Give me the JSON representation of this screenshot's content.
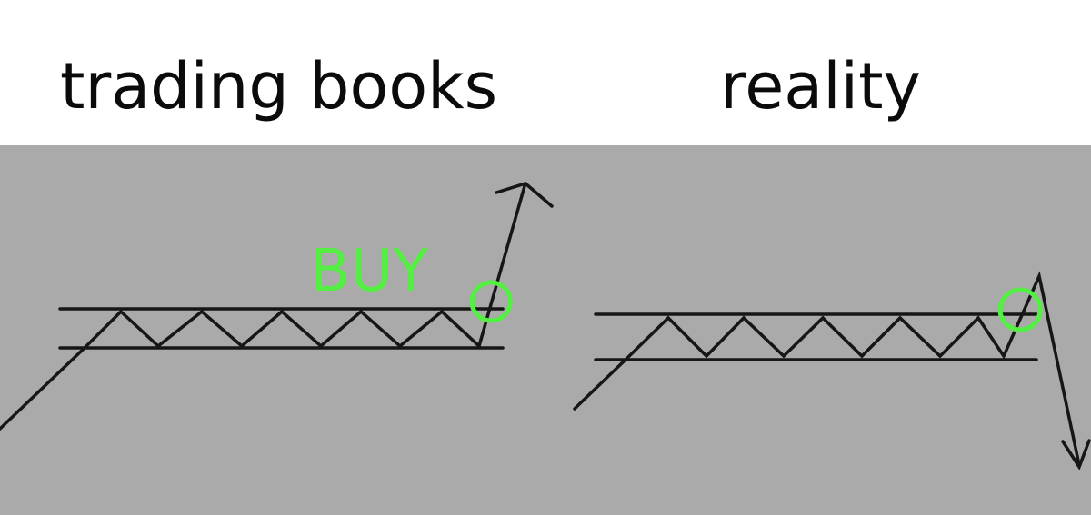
{
  "captions": {
    "left": "trading books",
    "right": "reality"
  },
  "signal": {
    "label": "BUY"
  },
  "colors": {
    "header_bg": "#ffffff",
    "panel_bg": "#aaaaaa",
    "ink": "#111111",
    "signal": "#55ee44"
  }
}
